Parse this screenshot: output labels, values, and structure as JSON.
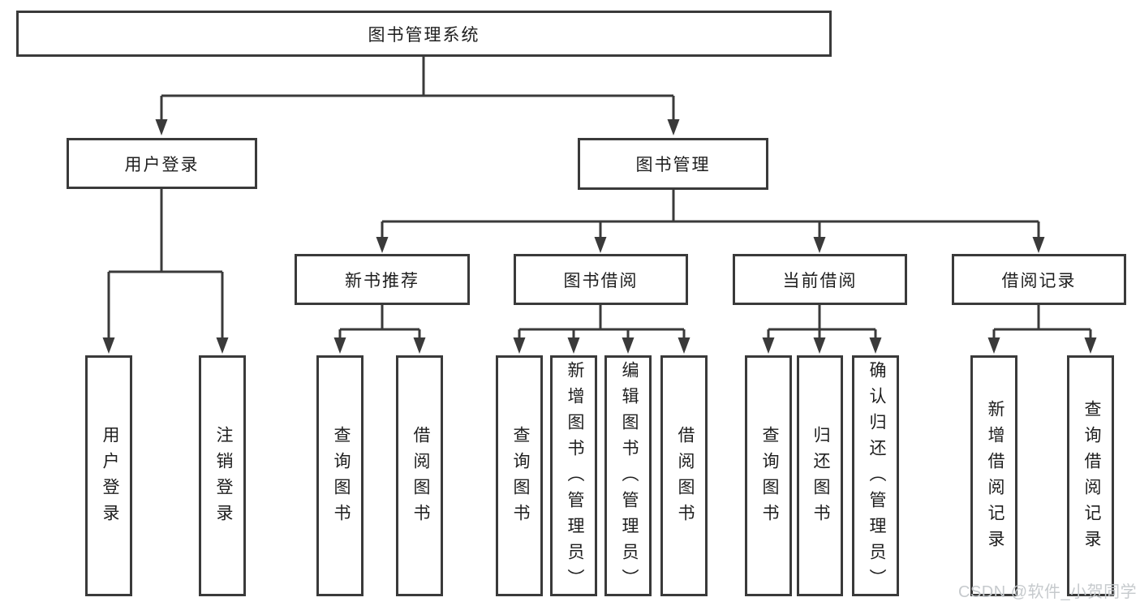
{
  "tree": {
    "root": {
      "label": "图书管理系统",
      "children": [
        {
          "label": "用户登录",
          "children": [
            {
              "label": "用户登录"
            },
            {
              "label": "注销登录"
            }
          ]
        },
        {
          "label": "图书管理",
          "children": [
            {
              "label": "新书推荐",
              "children": [
                {
                  "label": "查询图书"
                },
                {
                  "label": "借阅图书"
                }
              ]
            },
            {
              "label": "图书借阅",
              "children": [
                {
                  "label": "查询图书"
                },
                {
                  "label": "新增图书（管理员）"
                },
                {
                  "label": "编辑图书（管理员）"
                },
                {
                  "label": "借阅图书"
                }
              ]
            },
            {
              "label": "当前借阅",
              "children": [
                {
                  "label": "查询图书"
                },
                {
                  "label": "归还图书"
                },
                {
                  "label": "确认归还（管理员）"
                }
              ]
            },
            {
              "label": "借阅记录",
              "children": [
                {
                  "label": "新增借阅记录"
                },
                {
                  "label": "查询借阅记录"
                }
              ]
            }
          ]
        }
      ]
    }
  },
  "watermark": {
    "text": "CSDN @软件_小贺同学"
  },
  "colors": {
    "line": "#3a3a3a",
    "box_border": "#3a3a3a",
    "box_fill": "#ffffff",
    "text": "#1e1e1e",
    "background": "#ffffff",
    "watermark": "#c6cacd"
  }
}
